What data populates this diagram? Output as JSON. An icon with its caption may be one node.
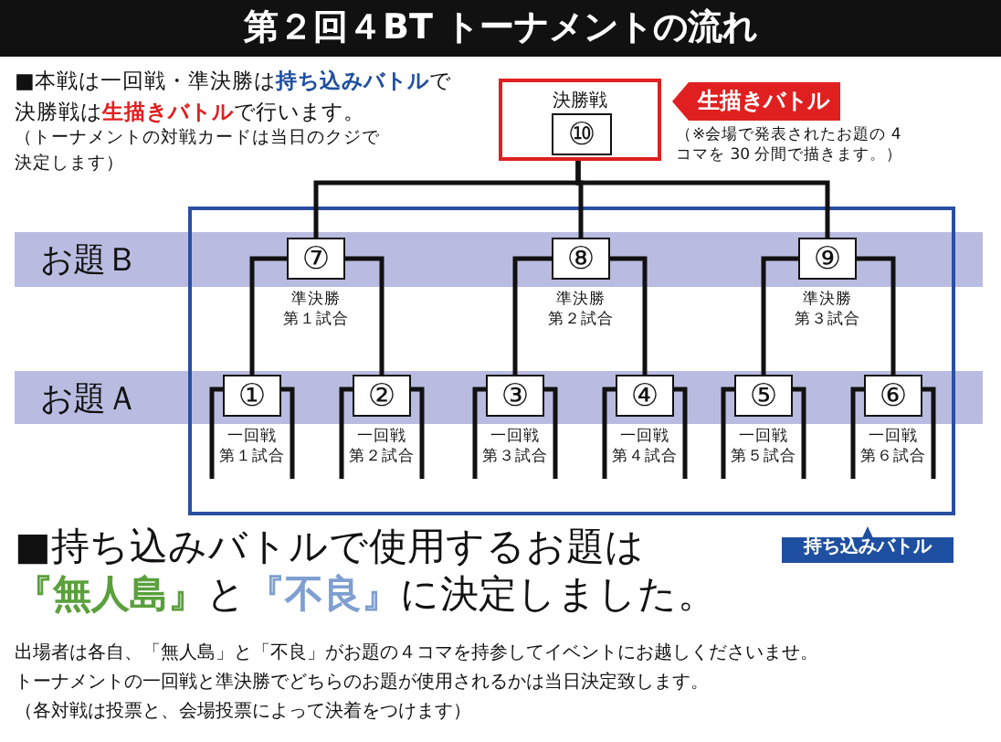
{
  "diagram": {
    "title": "第２回４BT トーナメントの流れ",
    "nodes": [
      {
        "text": [
          "決勝戦"
        ]
      },
      {
        "text": [
          "⑩"
        ],
        "in": 0
      },
      {
        "text": [
          "生描きバトル"
        ],
        "beside": [
          "（※会場で発表されたお題の 4コマを 30 分間で描きます。）"
        ]
      },
      {
        "text": [
          "持ち込みバトル"
        ]
      },
      {
        "text": [
          "お題Ｂ"
        ]
      },
      {
        "text": [
          "お題Ａ"
        ]
      },
      {
        "text": [
          "⑦"
        ],
        "beside": [
          "準決勝",
          "第１試合"
        ],
        "in": 4
      },
      {
        "text": [
          "⑧"
        ],
        "beside": [
          "準決勝",
          "第２試合"
        ],
        "in": 4
      },
      {
        "text": [
          "⑨"
        ],
        "beside": [
          "準決勝",
          "第３試合"
        ],
        "in": 4
      },
      {
        "text": [
          "①"
        ],
        "beside": [
          "一回戦",
          "第１試合"
        ],
        "in": 5
      },
      {
        "text": [
          "②"
        ],
        "beside": [
          "一回戦",
          "第２試合"
        ],
        "in": 5
      },
      {
        "text": [
          "③"
        ],
        "beside": [
          "一回戦",
          "第３試合"
        ],
        "in": 5
      },
      {
        "text": [
          "④"
        ],
        "beside": [
          "一回戦",
          "第４試合"
        ],
        "in": 5
      },
      {
        "text": [
          "⑤"
        ],
        "beside": [
          "一回戦",
          "第５試合"
        ],
        "in": 5
      },
      {
        "text": [
          "⑥"
        ],
        "beside": [
          "一回戦",
          "第６試合"
        ],
        "in": 5
      }
    ],
    "edges": [
      {
        "from": 6,
        "to": 1,
        "arrow": "none"
      },
      {
        "from": 7,
        "to": 1,
        "arrow": "none"
      },
      {
        "from": 8,
        "to": 1,
        "arrow": "none"
      },
      {
        "from": 9,
        "to": 6,
        "arrow": "none"
      },
      {
        "from": 10,
        "to": 6,
        "arrow": "none"
      },
      {
        "from": 11,
        "to": 7,
        "arrow": "none"
      },
      {
        "from": 12,
        "to": 7,
        "arrow": "none"
      },
      {
        "from": 13,
        "to": 8,
        "arrow": "none"
      },
      {
        "from": 14,
        "to": 8,
        "arrow": "none"
      },
      {
        "from": null,
        "to": 9,
        "arrow": "none"
      },
      {
        "from": null,
        "to": 9,
        "arrow": "none"
      },
      {
        "from": null,
        "to": 10,
        "arrow": "none"
      },
      {
        "from": null,
        "to": 10,
        "arrow": "none"
      },
      {
        "from": null,
        "to": 11,
        "arrow": "none"
      },
      {
        "from": null,
        "to": 11,
        "arrow": "none"
      },
      {
        "from": null,
        "to": 12,
        "arrow": "none"
      },
      {
        "from": null,
        "to": 12,
        "arrow": "none"
      },
      {
        "from": null,
        "to": 13,
        "arrow": "none"
      },
      {
        "from": null,
        "to": 13,
        "arrow": "none"
      },
      {
        "from": null,
        "to": 14,
        "arrow": "none"
      },
      {
        "from": null,
        "to": 14,
        "arrow": "none"
      }
    ],
    "labels": [
      "■本戦は一回戦・準決勝は**持ち込みバトル**で決勝戦は**生描きバトル**で行います。",
      "（トーナメントの対戦カードは当日のクジで決定します）",
      "■持ち込みバトルで使用するお題は",
      "**『無人島』**と**『不良』**に決定しました。",
      "出場者は各自、「無人島」と「不良」がお題の４コマを持参してイベントにお越しくださいませ。",
      "トーナメントの一回戦と準決勝でどちらのお題が使用されるかは当日決定致します。",
      "（各対戦は投票と、会場投票によって決着をつけます）"
    ]
  }
}
